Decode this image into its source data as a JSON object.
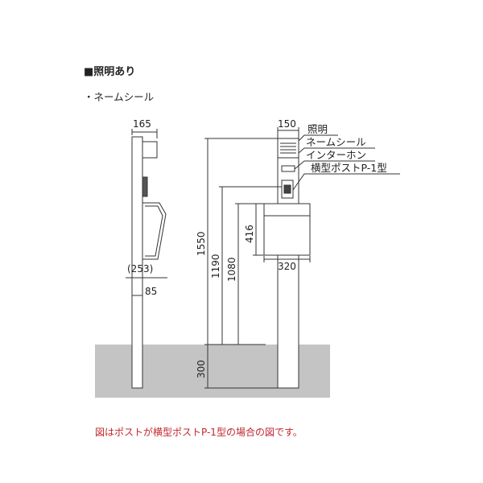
{
  "heading": "■照明あり",
  "subheading": "・ネームシール",
  "caption": "図はポストが横型ポストP-1型の場合の図です。",
  "dimensions": {
    "side_top_width": "165",
    "side_depth": "(253)",
    "side_post_width": "85",
    "front_top_width": "150",
    "front_box_width": "320",
    "height_total": "1550",
    "height_intercom": "1190",
    "height_post_box": "1080",
    "box_height": "416",
    "underground": "300"
  },
  "callouts": {
    "light": "照明",
    "name_seal": "ネームシール",
    "intercom": "インターホン",
    "mailbox": "横型ポストP-1型"
  },
  "colors": {
    "ground": "#c4c4c4",
    "line": "#333333",
    "caption": "#c0272d"
  }
}
